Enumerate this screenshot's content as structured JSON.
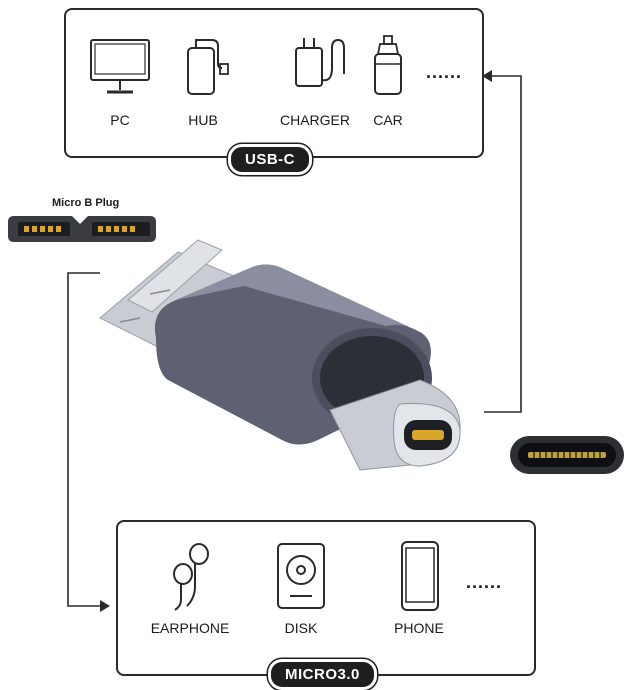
{
  "usb_c_box": {
    "tag": "USB-C",
    "items": [
      {
        "label": "PC",
        "icon": "monitor-icon"
      },
      {
        "label": "HUB",
        "icon": "hub-icon"
      },
      {
        "label": "CHARGER",
        "icon": "charger-icon"
      },
      {
        "label": "CAR",
        "icon": "car-charger-icon"
      }
    ],
    "more": "......"
  },
  "micro_box": {
    "tag": "MICRO3.0",
    "items": [
      {
        "label": "EARPHONE",
        "icon": "earphone-icon"
      },
      {
        "label": "DISK",
        "icon": "disk-icon"
      },
      {
        "label": "PHONE",
        "icon": "phone-icon"
      }
    ],
    "more": "......"
  },
  "micro_b_plug": {
    "label": "Micro B Plug"
  },
  "colors": {
    "adapter_body": "#6a6e7e",
    "connector_metal": "#c9cdd3",
    "line": "#2a2a2a"
  }
}
